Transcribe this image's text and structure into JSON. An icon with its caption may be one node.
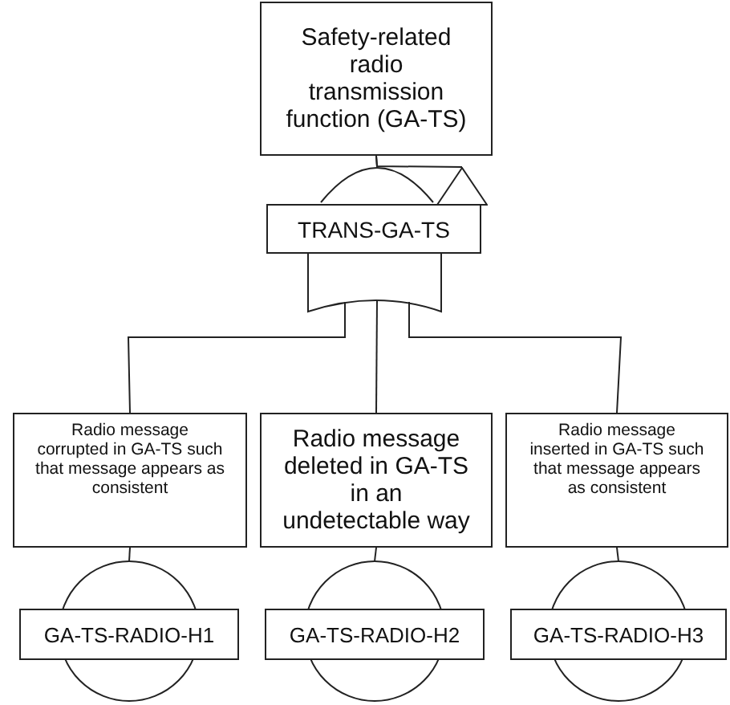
{
  "diagram": {
    "nodes": [
      {
        "text": [
          "Safety-related radio transmission function (GA-TS)"
        ]
      },
      {
        "text": [
          "TRANS-GA-TS"
        ]
      },
      {
        "text": [],
        "shape": "triangle"
      },
      {
        "text": [
          "Radio message corrupted in GA-TS such that message appears as consistent"
        ]
      },
      {
        "text": [
          "Radio message deleted in GA-TS in an undetectable way"
        ]
      },
      {
        "text": [
          "Radio message inserted in GA-TS such that message appears as consistent"
        ]
      },
      {
        "text": [
          "GA-TS-RADIO-H1"
        ]
      },
      {
        "text": [
          "GA-TS-RADIO-H2"
        ]
      },
      {
        "text": [
          "GA-TS-RADIO-H3"
        ]
      }
    ],
    "edges": [
      {
        "from": 0,
        "to": 1,
        "arrow": "none"
      },
      {
        "from": 0,
        "to": 2,
        "arrow": "none"
      },
      {
        "from": 1,
        "to": 3,
        "arrow": "none"
      },
      {
        "from": 1,
        "to": 4,
        "arrow": "none"
      },
      {
        "from": 1,
        "to": 5,
        "arrow": "none"
      },
      {
        "from": 3,
        "to": 6,
        "arrow": "none"
      },
      {
        "from": 4,
        "to": 7,
        "arrow": "none"
      },
      {
        "from": 5,
        "to": 8,
        "arrow": "none"
      }
    ]
  }
}
